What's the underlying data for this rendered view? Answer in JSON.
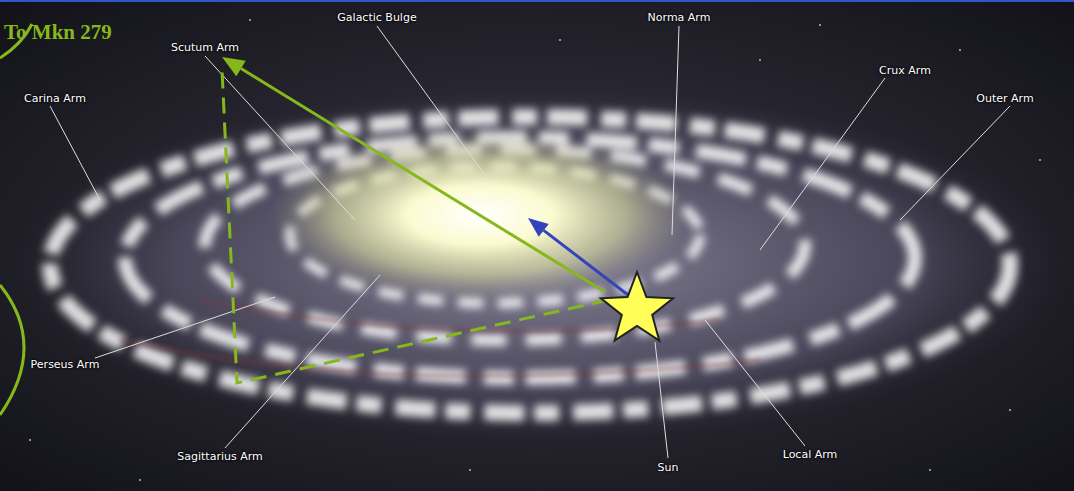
{
  "diagram": {
    "labels": [
      "To Mkn 279",
      "Galactic Bulge",
      "Norma Arm",
      "Scutum Arm",
      "Crux Arm",
      "Outer Arm",
      "Carina Arm",
      "Perseus Arm",
      "Sagittarius Arm",
      "Sun",
      "Local Arm"
    ]
  }
}
